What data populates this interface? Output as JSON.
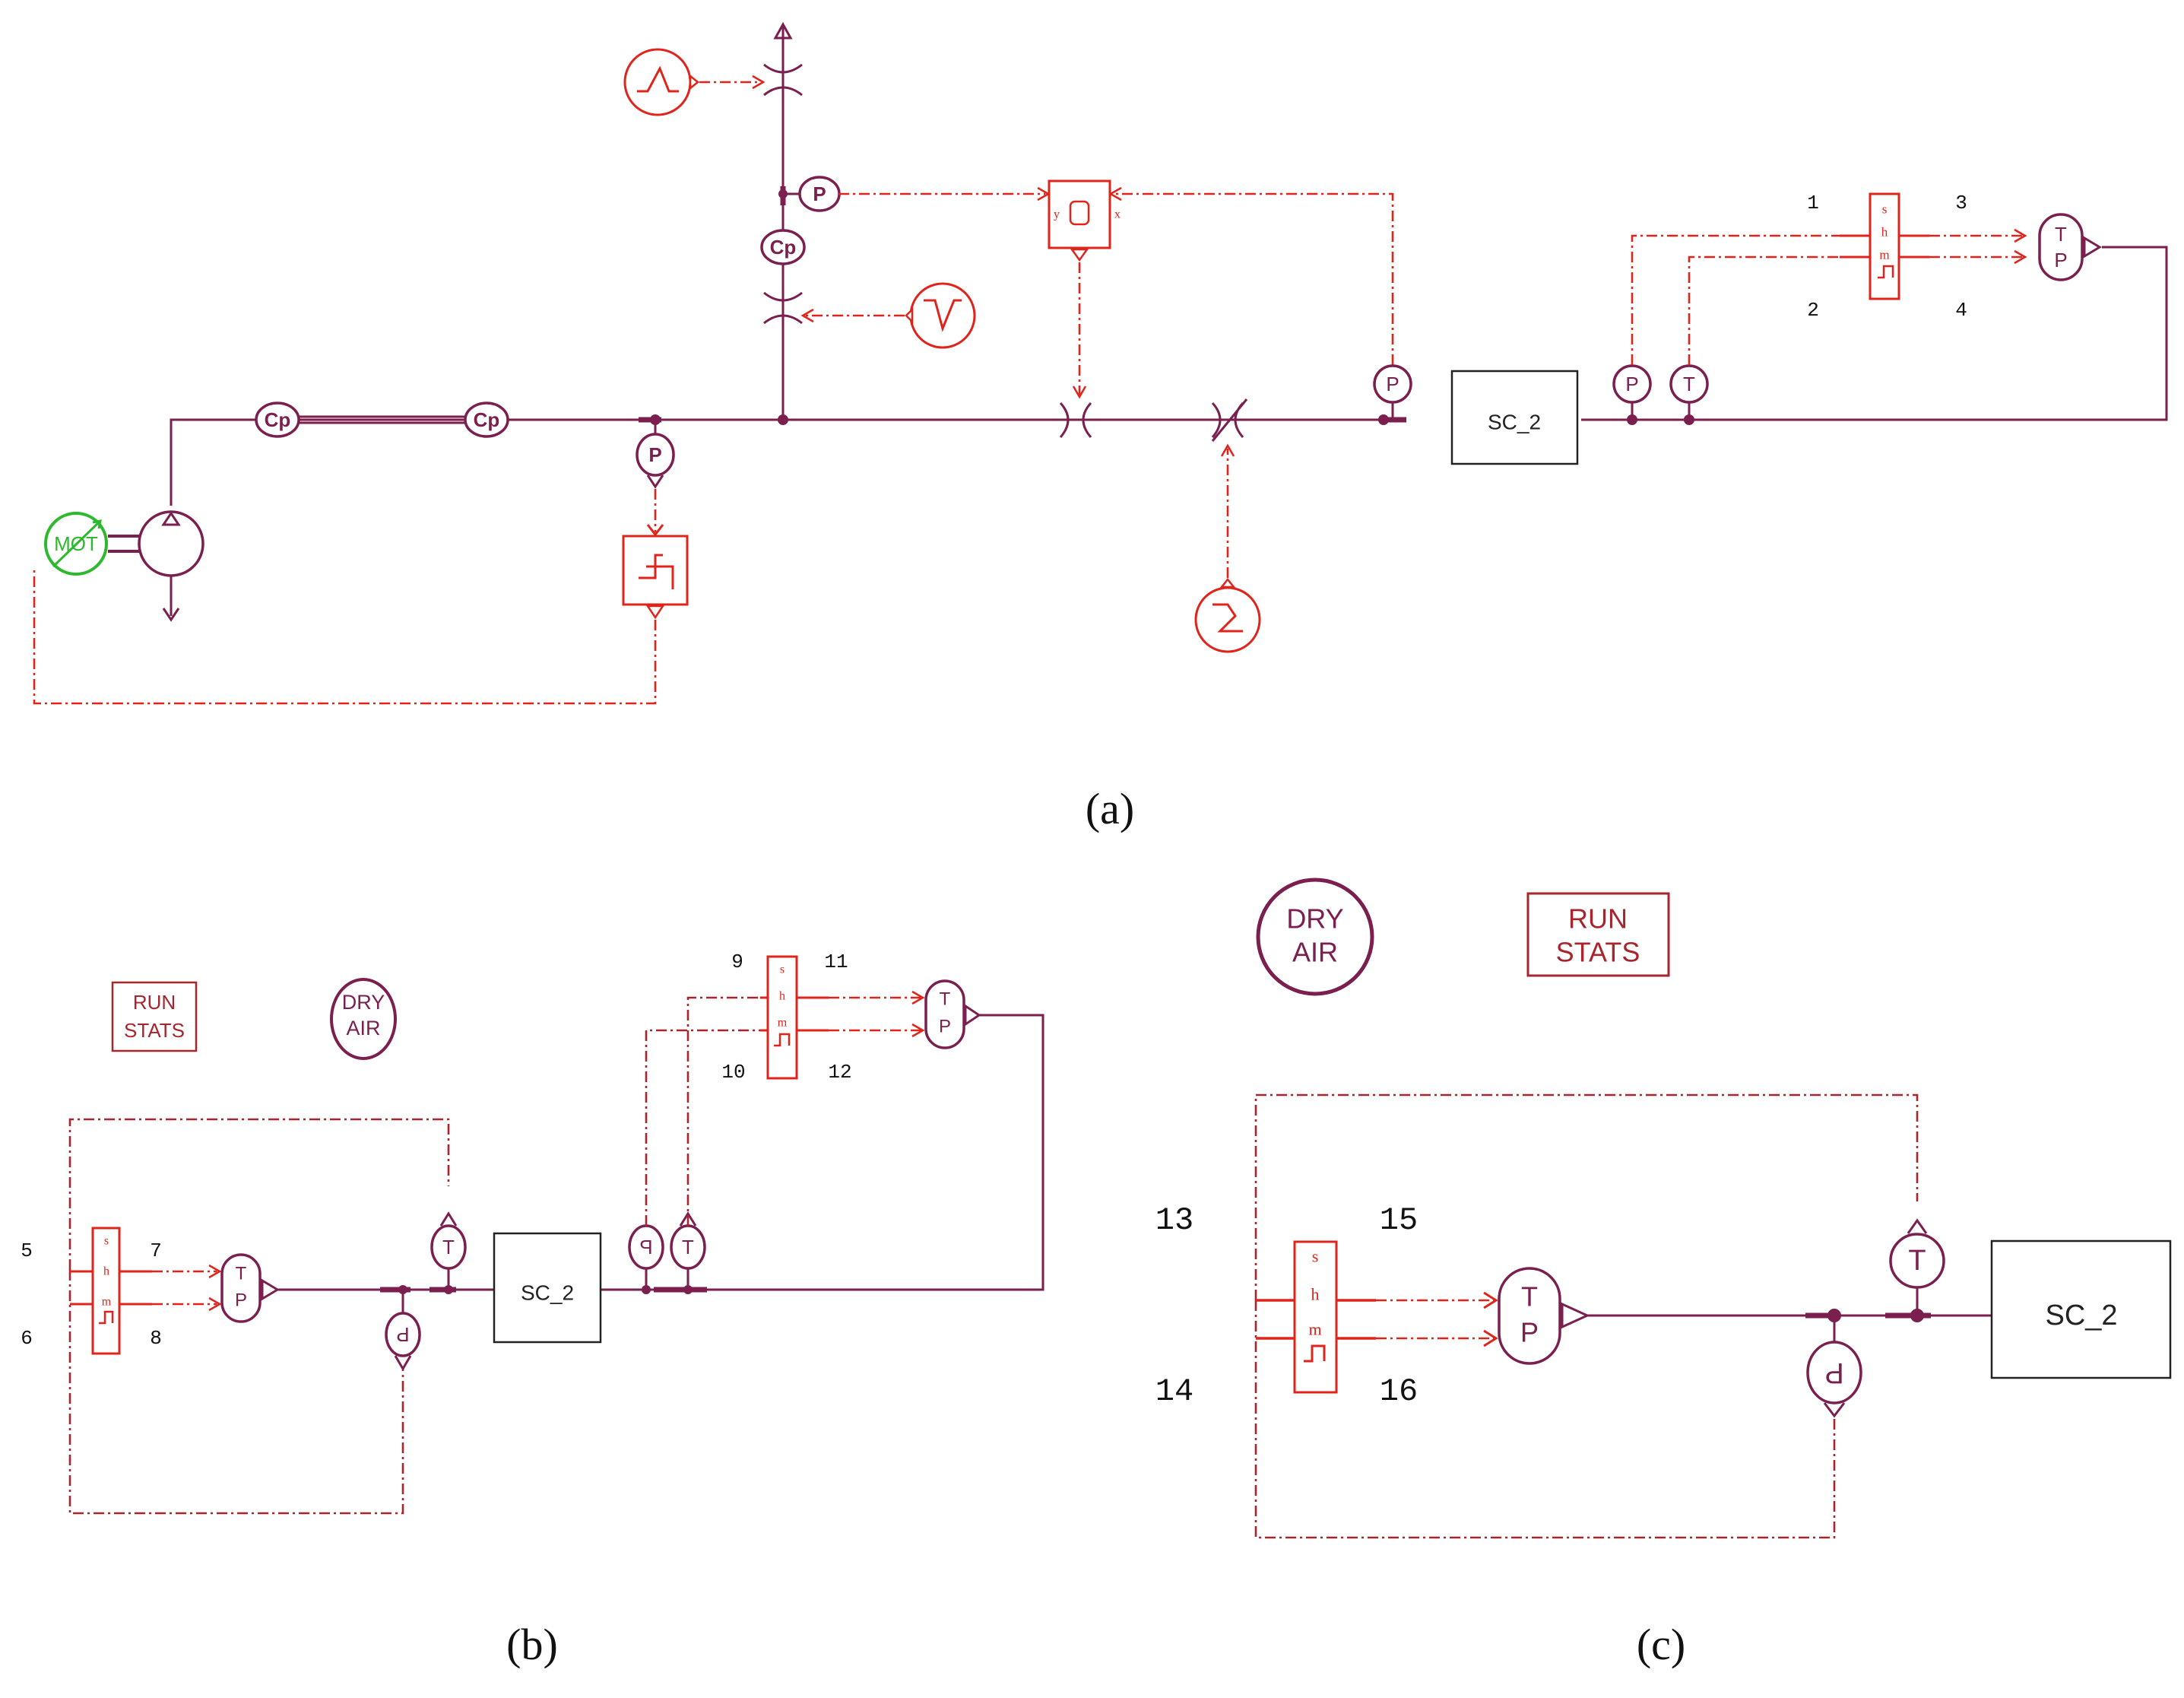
{
  "captions": {
    "a": "(a)",
    "b": "(b)",
    "c": "(c)"
  },
  "letters": {
    "a": "a",
    "b": "b",
    "c": "c"
  },
  "panel_a": {
    "motor_label": "MOT",
    "cp_label": "Cp",
    "p_label": "P",
    "t_label": "T",
    "tp_t": "T",
    "tp_p": "P",
    "block_label": "SC_2",
    "shm_s": "s",
    "shm_h": "h",
    "shm_m": "m",
    "ports": [
      "1",
      "2",
      "3",
      "4"
    ],
    "sensor_x": "x",
    "sensor_y": "y"
  },
  "panel_b": {
    "run_line1": "RUN",
    "run_line2": "STATS",
    "dry_line1": "DRY",
    "dry_line2": "AIR",
    "block_label": "SC_2",
    "t_label": "T",
    "p_label": "P",
    "tp_t": "T",
    "tp_p": "P",
    "shm_s": "s",
    "shm_h": "h",
    "shm_m": "m",
    "ports": [
      "5",
      "6",
      "7",
      "8",
      "9",
      "10",
      "11",
      "12"
    ]
  },
  "panel_c": {
    "dry_line1": "DRY",
    "dry_line2": "AIR",
    "run_line1": "RUN",
    "run_line2": "STATS",
    "block_label": "SC_2",
    "t_label": "T",
    "p_label": "P",
    "tp_t": "T",
    "tp_p": "P",
    "shm_s": "s",
    "shm_h": "h",
    "shm_m": "m",
    "ports": [
      "13",
      "14",
      "15",
      "16"
    ]
  },
  "colors": {
    "hydraulic": "#7a1f4e",
    "signal": "#e0241b",
    "motor": "#2db82d",
    "block": "#222222"
  }
}
